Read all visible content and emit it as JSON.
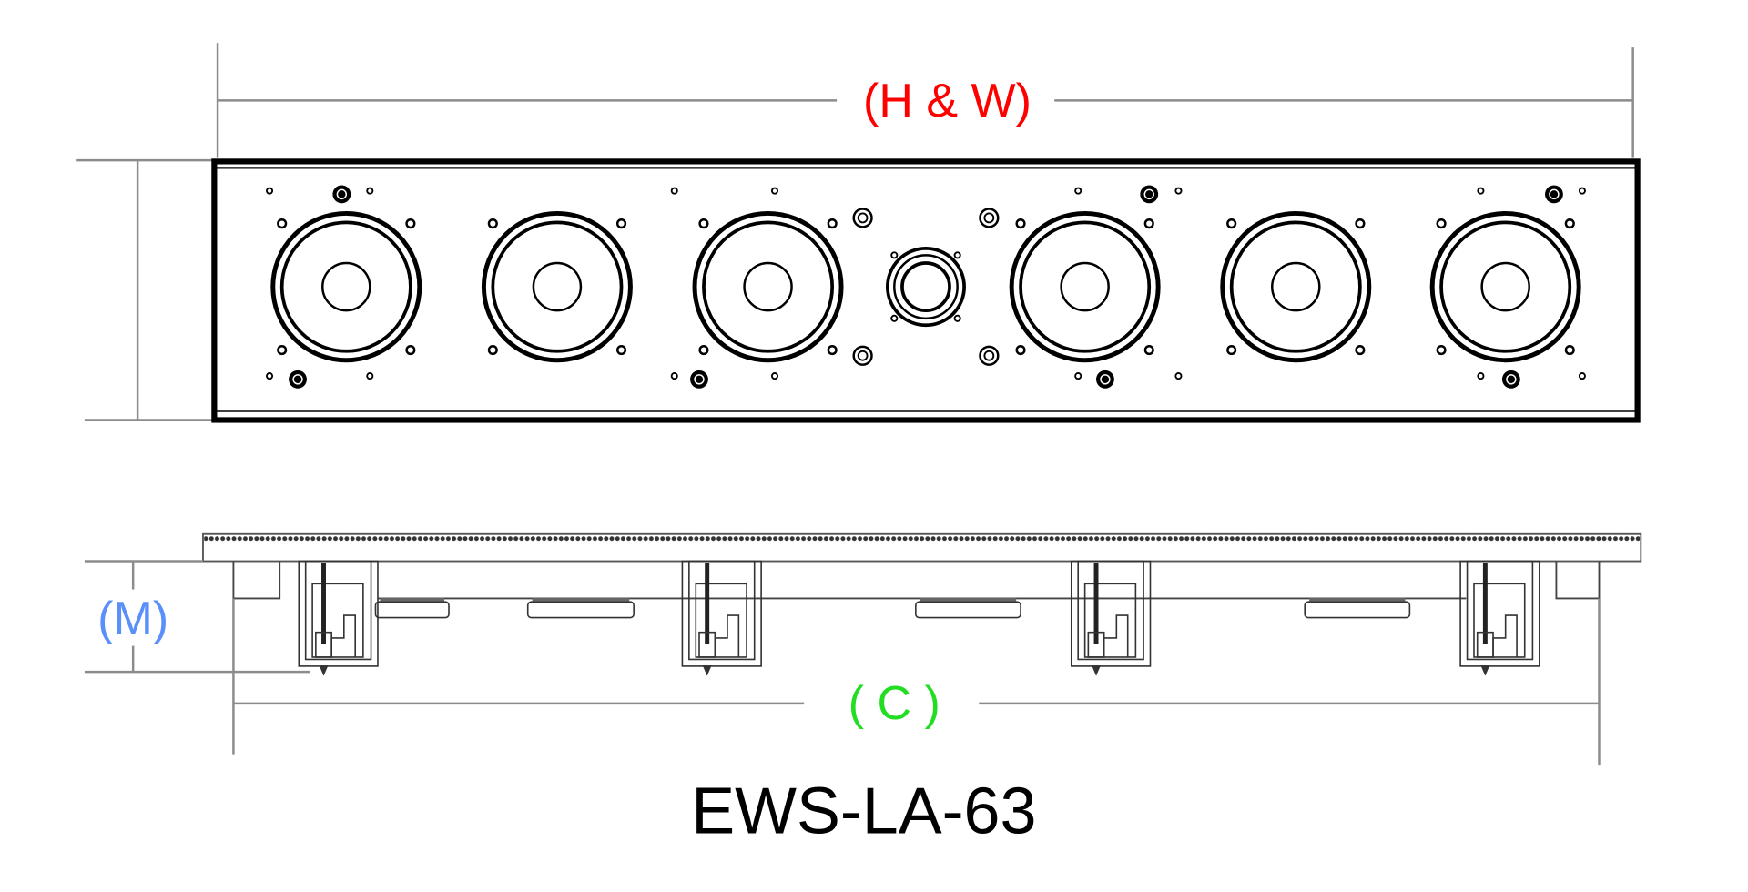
{
  "labels": {
    "height_width": "(H & W)",
    "mounting_depth": "(M)",
    "cutout": "( C )",
    "model": "EWS-LA-63"
  },
  "colors": {
    "height_width": "#ff0000",
    "mounting_depth": "#5b8ff9",
    "cutout": "#22dd22",
    "model": "#000000",
    "dimension_line": "#8c8c8c",
    "outline": "#000000"
  },
  "speaker": {
    "woofer_count": 6,
    "tweeter_count": 1,
    "bracket_count": 4
  }
}
